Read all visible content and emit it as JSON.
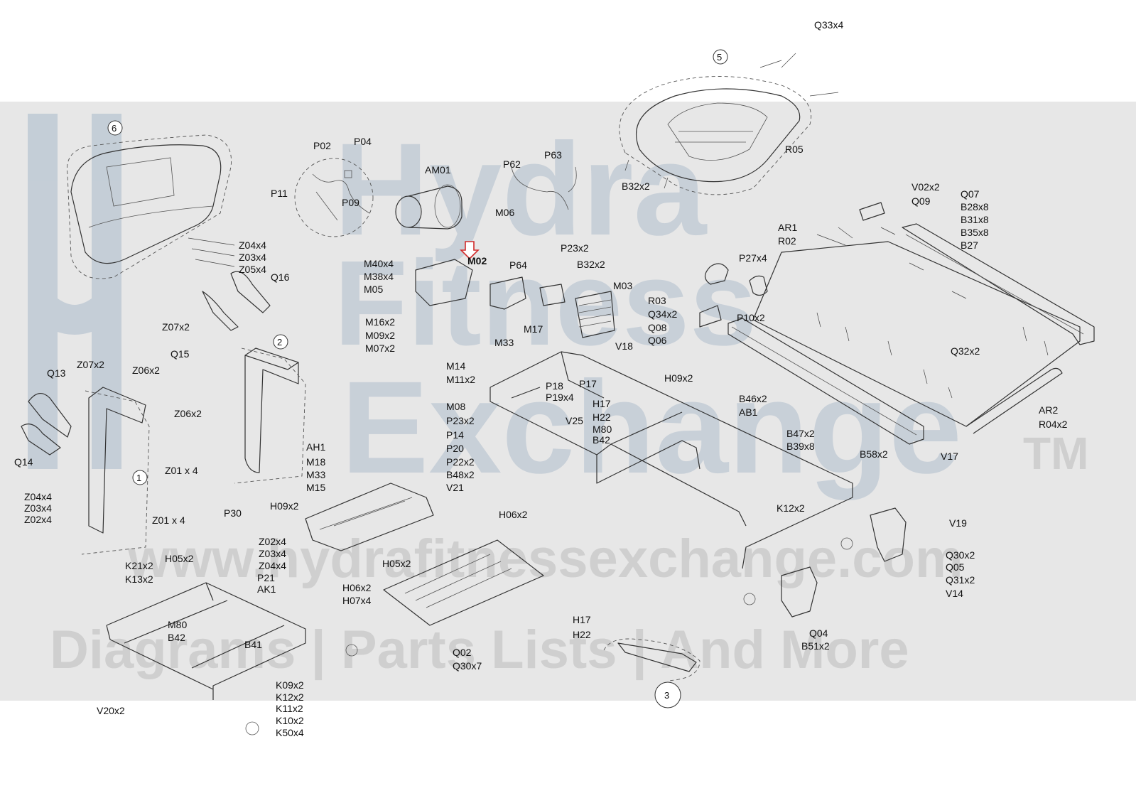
{
  "watermark": {
    "brand_lines": [
      "Hydra",
      "Fitness",
      "Exchange"
    ],
    "trademark": "TM",
    "website": "www.hydrafitnessexchange.com",
    "tagline": "Diagrams | Parts Lists | And More",
    "colors": {
      "band": "#e7e7e7",
      "logo": "#b9c6d2",
      "text": "#c4c4c4"
    }
  },
  "highlight": {
    "part": "M02",
    "arrow_color": "#d12b2b"
  },
  "assembly_numbers": [
    "5",
    "6",
    "2",
    "1",
    "3"
  ],
  "part_labels": [
    "Q33x4",
    "B32x2",
    "R05",
    "V02x2",
    "Q09",
    "Q07",
    "B28x8",
    "B31x8",
    "B35x8",
    "B27",
    "AR1",
    "R02",
    "P27x4",
    "R03",
    "Q34x2",
    "Q08",
    "Q06",
    "P10x2",
    "Q32x2",
    "AR2",
    "R04x2",
    "V17",
    "P02",
    "P04",
    "P11",
    "P09",
    "AM01",
    "P62",
    "P63",
    "M06",
    "M40x4",
    "M38x4",
    "M05",
    "M02",
    "P64",
    "P23x2",
    "B32x2",
    "M03",
    "M16x2",
    "M09x2",
    "M07x2",
    "M17",
    "M33",
    "V18",
    "M14",
    "M11x2",
    "M08",
    "P23x2",
    "P14",
    "P20",
    "P22x2",
    "B48x2",
    "V21",
    "P18",
    "P19x4",
    "P17",
    "V25",
    "H17",
    "H22",
    "M80",
    "B42",
    "H09x2",
    "B46x2",
    "AB1",
    "B47x2",
    "B39x8",
    "B58x2",
    "H06x2",
    "K12x2",
    "V19",
    "Q30x2",
    "Q05",
    "Q31x2",
    "V14",
    "Q04",
    "B51x2",
    "Z04x4",
    "Z03x4",
    "Z05x4",
    "Q16",
    "Z07x2",
    "Q15",
    "Q13",
    "Z07x2",
    "Z06x2",
    "Z06x2",
    "Q14",
    "Z01 x 4",
    "Z04x4",
    "Z03x4",
    "Z02x4",
    "Z01 x 4",
    "P30",
    "AH1",
    "M18",
    "M33",
    "M15",
    "H09x2",
    "H05x2",
    "Z02x4",
    "Z03x4",
    "Z04x4",
    "K21x2",
    "K13x2",
    "H05x2",
    "P21",
    "AK1",
    "H06x2",
    "H07x4",
    "M80",
    "B42",
    "B41",
    "Q02",
    "Q30x7",
    "H17",
    "H22",
    "K09x2",
    "K12x2",
    "K11x2",
    "K10x2",
    "K50x4",
    "V20x2"
  ]
}
